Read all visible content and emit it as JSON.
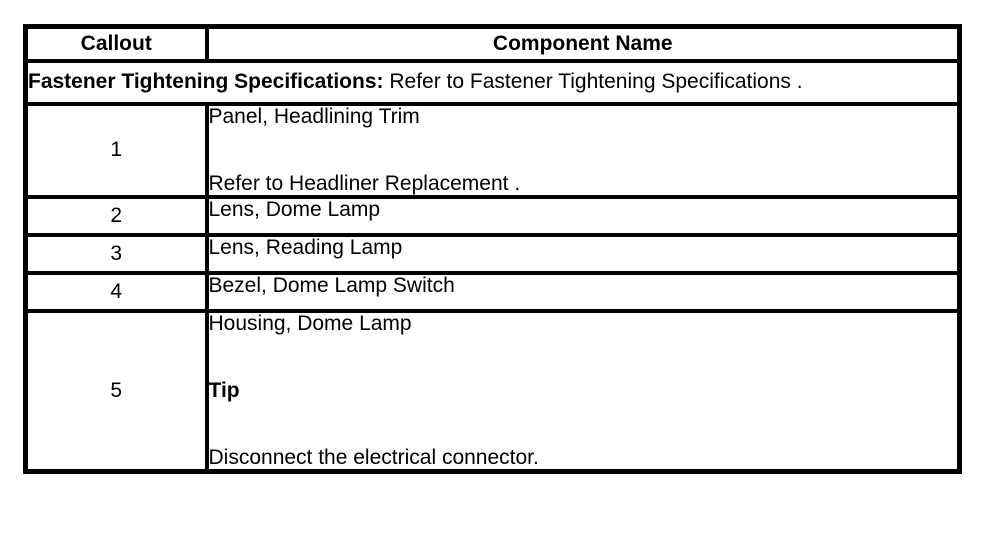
{
  "page": {
    "background_color": "#ffffff",
    "text_color": "#000000",
    "border_color": "#000000"
  },
  "table": {
    "header": {
      "callout": "Callout",
      "component": "Component Name"
    },
    "spec_row": {
      "bold_text": "Fastener Tightening Specifications:",
      "normal_text": " Refer to Fastener Tightening Specifications ."
    },
    "rows": [
      {
        "callout": "1",
        "paragraphs": [
          {
            "text": "Panel, Headlining Trim",
            "bold": false
          },
          {
            "text": "Refer to Headliner Replacement .",
            "bold": false
          }
        ]
      },
      {
        "callout": "2",
        "paragraphs": [
          {
            "text": "Lens, Dome Lamp",
            "bold": false
          }
        ]
      },
      {
        "callout": "3",
        "paragraphs": [
          {
            "text": "Lens, Reading Lamp",
            "bold": false
          }
        ]
      },
      {
        "callout": "4",
        "paragraphs": [
          {
            "text": "Bezel, Dome Lamp Switch",
            "bold": false
          }
        ]
      },
      {
        "callout": "5",
        "paragraphs": [
          {
            "text": "Housing, Dome Lamp",
            "bold": false
          },
          {
            "text": "Tip",
            "bold": true
          },
          {
            "text": "Disconnect the electrical connector.",
            "bold": false
          }
        ]
      }
    ]
  }
}
